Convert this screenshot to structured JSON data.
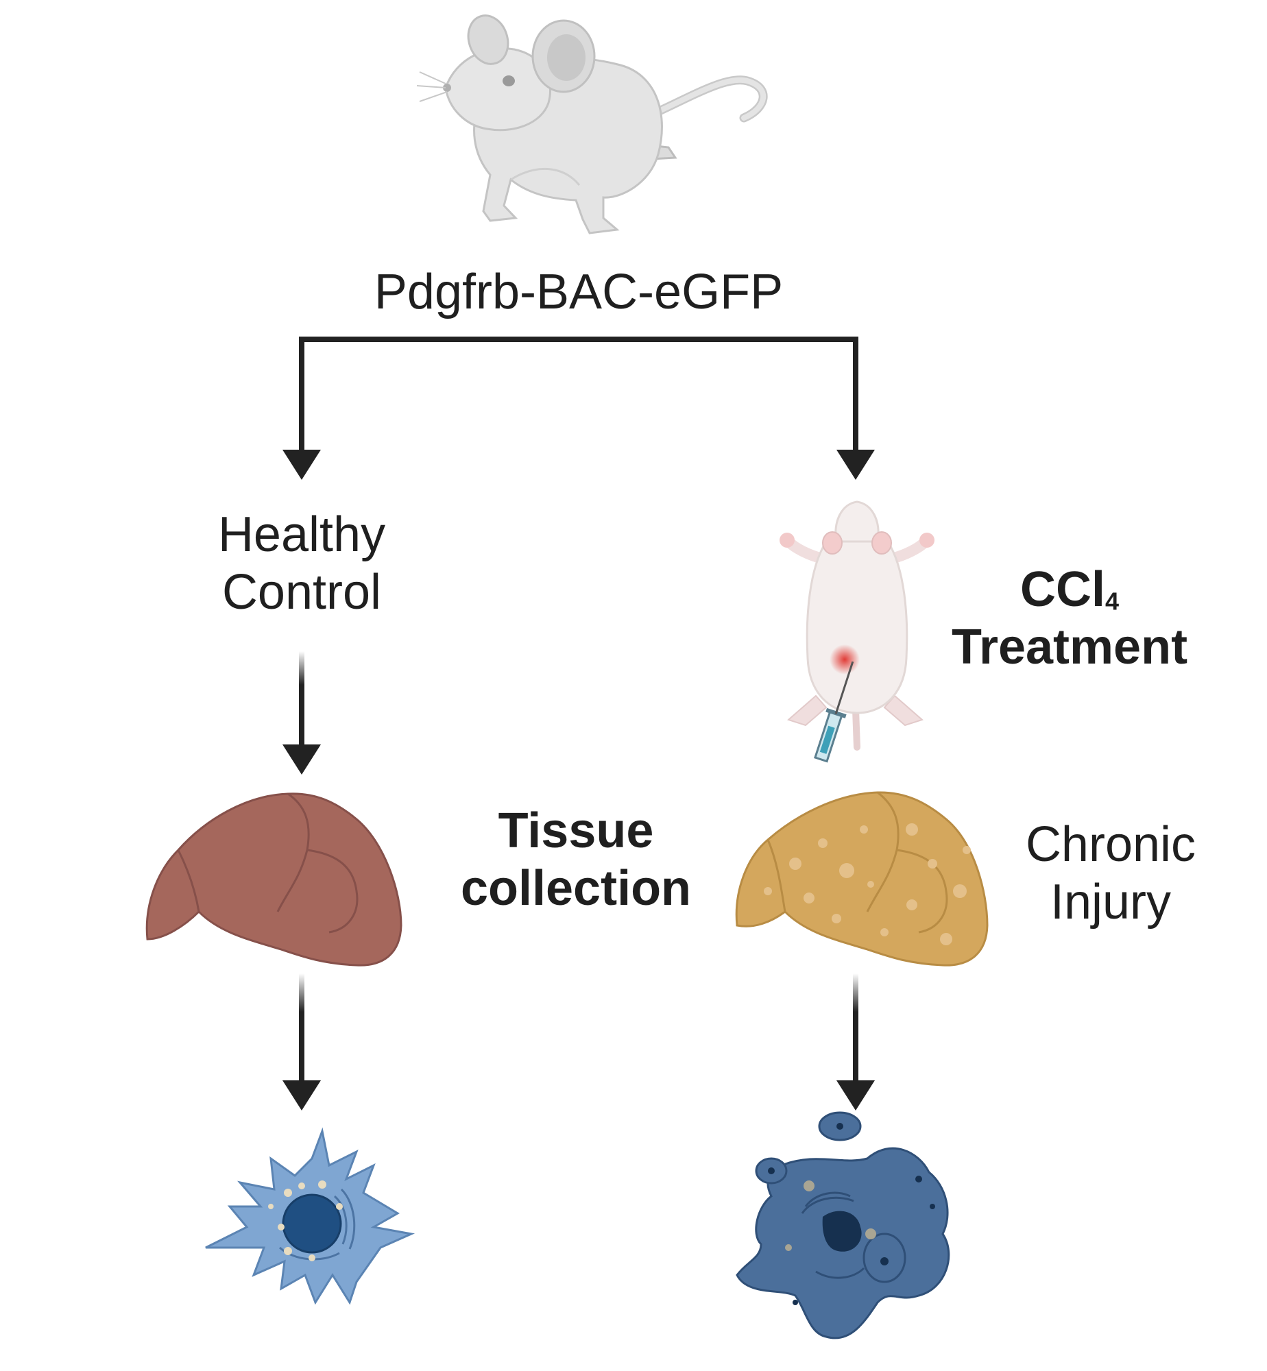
{
  "strain_label": "Pdgfrb-BAC-eGFP",
  "left_branch": {
    "label_line1": "Healthy",
    "label_line2": "Control"
  },
  "right_branch": {
    "treatment_formula_main": "CCl",
    "treatment_formula_sub": "4",
    "treatment_line2": "Treatment",
    "injury_line1": "Chronic",
    "injury_line2": "Injury"
  },
  "center_label": {
    "line1": "Tissue",
    "line2": "collection"
  },
  "colors": {
    "arrow": "#222222",
    "healthy_liver": "#a5675c",
    "injured_liver": "#d4a75d",
    "healthy_cell": "#7fa6d2",
    "injured_cell": "#4b6f9b",
    "mouse": "#e4e4e4"
  },
  "icons": [
    "mouse-icon",
    "treated-mouse-icon",
    "syringe-icon",
    "healthy-liver-icon",
    "injured-liver-icon",
    "healthy-cell-icon",
    "injured-cell-icon"
  ]
}
